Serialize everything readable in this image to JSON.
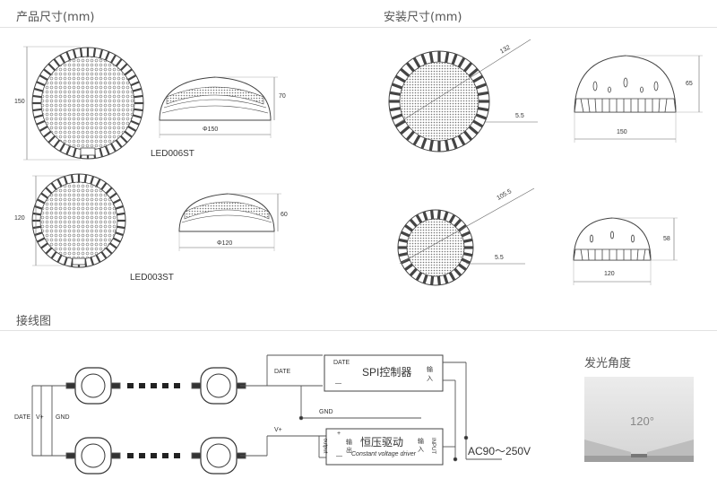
{
  "sections": {
    "product_size": "产品尺寸(mm)",
    "install_size": "安装尺寸(mm)",
    "wiring": "接线图",
    "beam_angle": "发光角度"
  },
  "products": [
    {
      "model": "LED006ST",
      "width": "150",
      "height": "70",
      "diameter": "Φ150"
    },
    {
      "model": "LED003ST",
      "width": "120",
      "height": "60",
      "diameter": "Φ120"
    }
  ],
  "install": [
    {
      "outer": "132",
      "hole": "5.5",
      "height": "65",
      "width": "150"
    },
    {
      "outer": "105.5",
      "hole": "5.5",
      "height": "58",
      "width": "120"
    }
  ],
  "wiring": {
    "left_date": "DATE",
    "left_vplus": "V+",
    "left_gnd": "GND",
    "wire_date": "DATE",
    "wire_gnd": "GND",
    "wire_vplus": "V+",
    "spi": {
      "date": "DATE",
      "minus": "—",
      "title": "SPI控制器",
      "input": "输入"
    },
    "driver": {
      "plus": "+",
      "minus": "—",
      "output_cn": "输出",
      "output_en": "output",
      "title": "恒压驱动",
      "subtitle": "Constant voltage driver",
      "input_cn": "输入",
      "input_en": "INPUT"
    },
    "ac": "AC90～250V"
  },
  "beam": {
    "angle": "120°"
  }
}
